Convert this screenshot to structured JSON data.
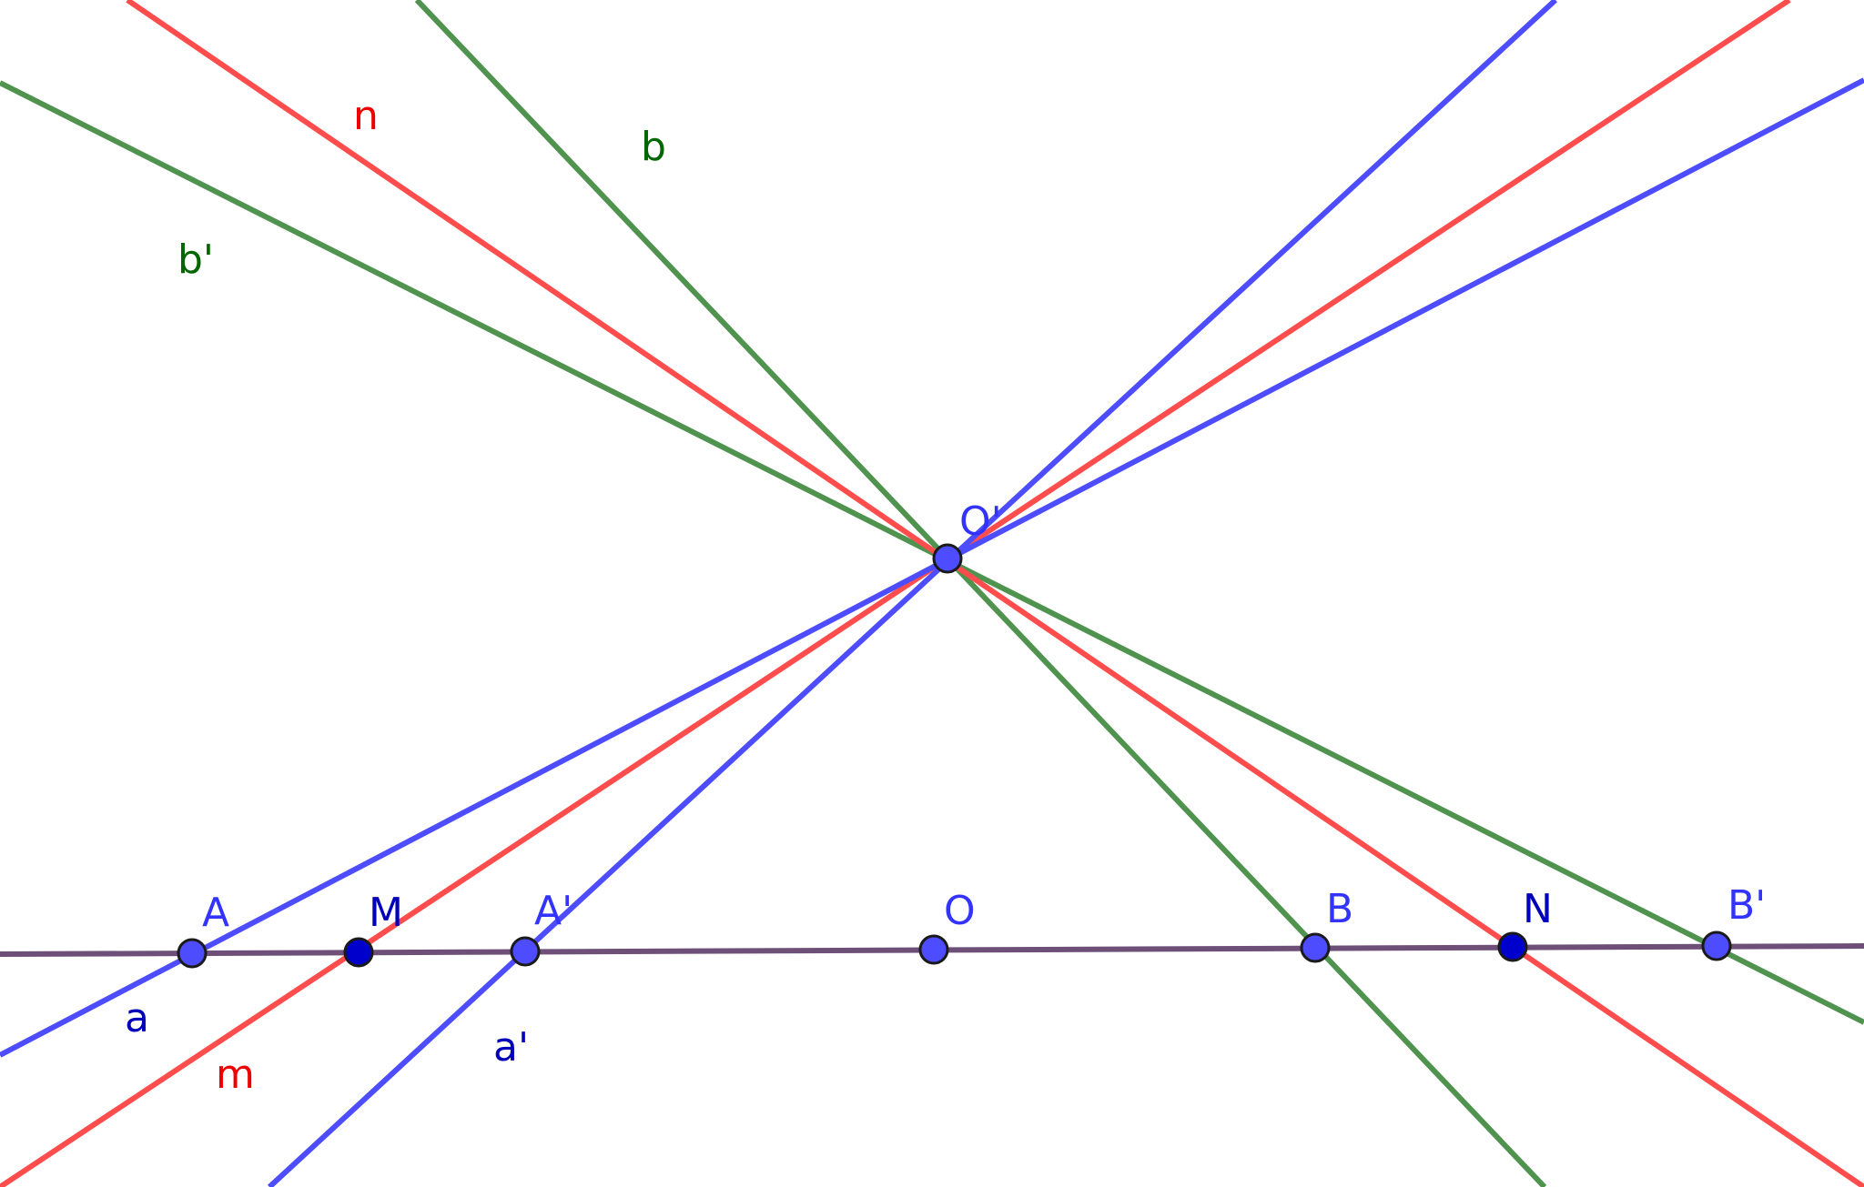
{
  "diagram": {
    "colors": {
      "baseline": "#6d4f78",
      "blue": "#4d4dff",
      "red": "#ff4d4d",
      "green": "#4f934f",
      "point_fill": "#4d4dff",
      "point_fill_dark": "#0000cc",
      "label_blue": "#3333ff",
      "label_dark_blue": "#0000bb",
      "label_red": "#ee0000",
      "label_green": "#006600"
    },
    "points": {
      "O_prime": "O'",
      "A": "A",
      "M": "M",
      "A_prime": "A'",
      "O": "O",
      "B": "B",
      "N": "N",
      "B_prime": "B'"
    },
    "line_labels": {
      "n": "n",
      "b": "b",
      "b_prime": "b'",
      "a": "a",
      "m": "m",
      "a_prime": "a'"
    }
  }
}
